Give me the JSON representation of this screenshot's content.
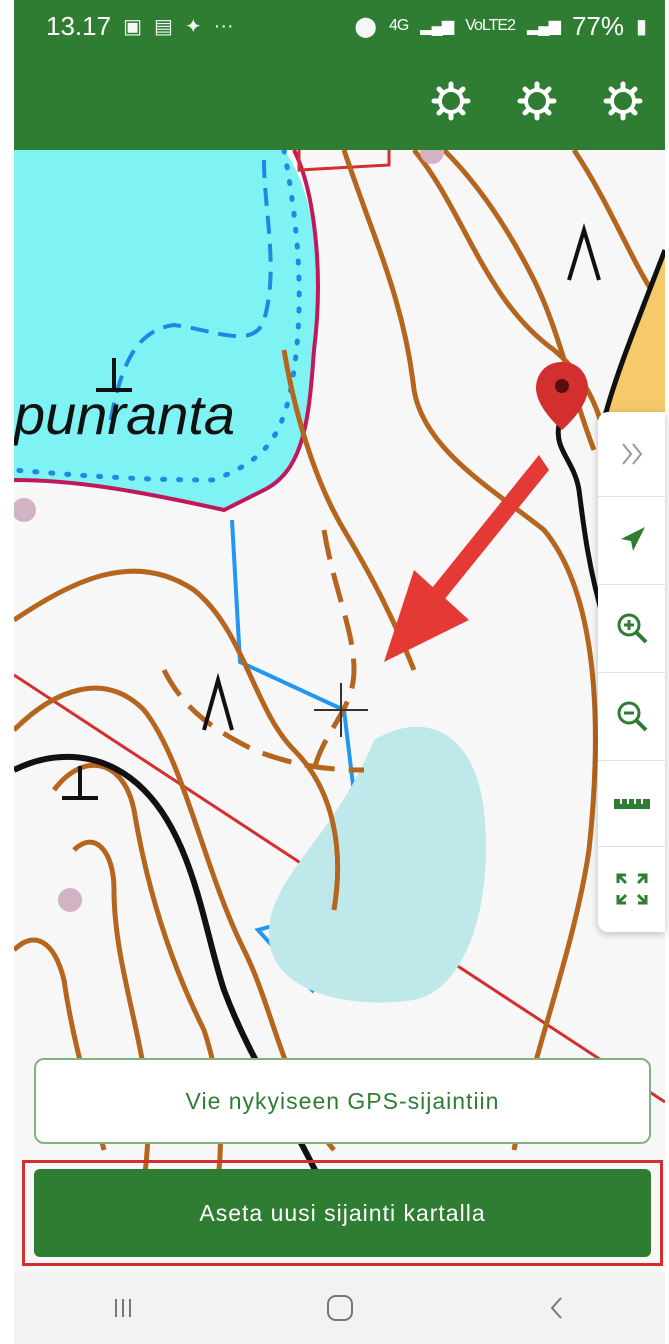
{
  "status_bar": {
    "time": "13.17",
    "left_icons": [
      "notification-icon",
      "gallery-icon",
      "app-icon"
    ],
    "more": "···",
    "network": "4G",
    "carrier": "VoLTE2",
    "battery": "77%"
  },
  "app_bar": {
    "actions": [
      "settings-icon",
      "settings-icon",
      "settings-icon"
    ]
  },
  "map": {
    "place_label": "punranta"
  },
  "tools": [
    "expand-icon",
    "locate-icon",
    "zoom-in-icon",
    "zoom-out-icon",
    "ruler-icon",
    "fullscreen-icon"
  ],
  "buttons": {
    "gps": "Vie nykyiseen GPS-sijaintiin",
    "set_location": "Aseta uusi sijainti kartalla"
  },
  "colors": {
    "primary": "#2e7d32",
    "water": "#7ff3f3",
    "contour": "#b5651d",
    "marker": "#d32f2f",
    "highlight": "#d32f2f"
  }
}
